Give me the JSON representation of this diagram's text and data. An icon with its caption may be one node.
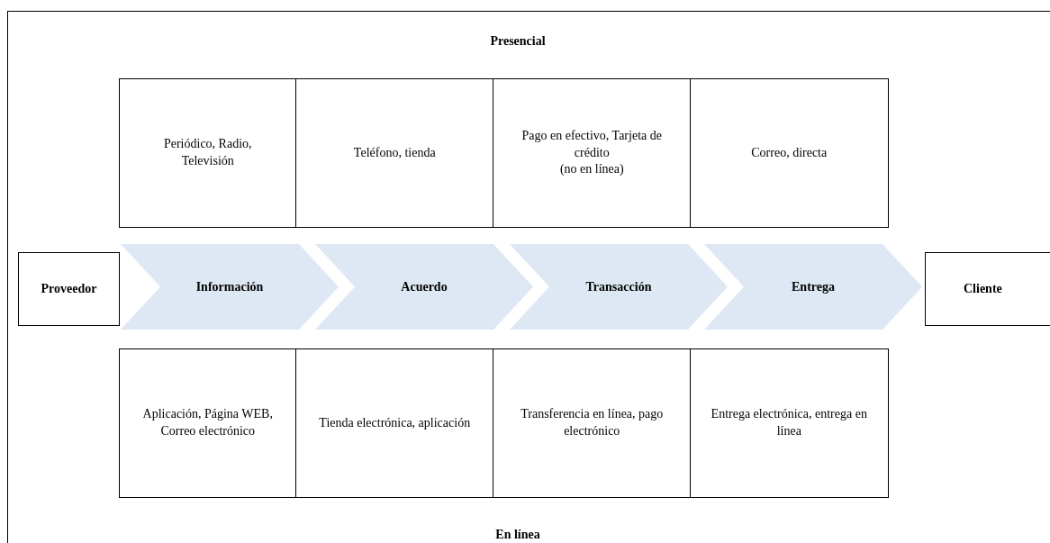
{
  "diagram": {
    "nodes": [
      {
        "text": [
          "Proveedor"
        ]
      },
      {
        "text": [
          "Información"
        ]
      },
      {
        "text": [
          "Acuerdo"
        ]
      },
      {
        "text": [
          "Transacción"
        ]
      },
      {
        "text": [
          "Entrega"
        ]
      },
      {
        "text": [
          "Cliente"
        ]
      },
      {
        "text": [
          "Periódico, Radio, Televisión"
        ]
      },
      {
        "text": [
          "Teléfono, tienda"
        ]
      },
      {
        "text": [
          "Pago en efectivo, Tarjeta de crédito",
          "(no en línea)"
        ]
      },
      {
        "text": [
          "Correo, directa"
        ]
      },
      {
        "text": [
          "Aplicación, Página WEB, Correo electrónico"
        ]
      },
      {
        "text": [
          "Tienda electrónica, aplicación"
        ]
      },
      {
        "text": [
          "Transferencia en línea, pago electrónico"
        ]
      },
      {
        "text": [
          "Entrega electrónica, entrega en línea"
        ]
      }
    ],
    "labels": [
      "Presencial",
      "En línea"
    ]
  }
}
